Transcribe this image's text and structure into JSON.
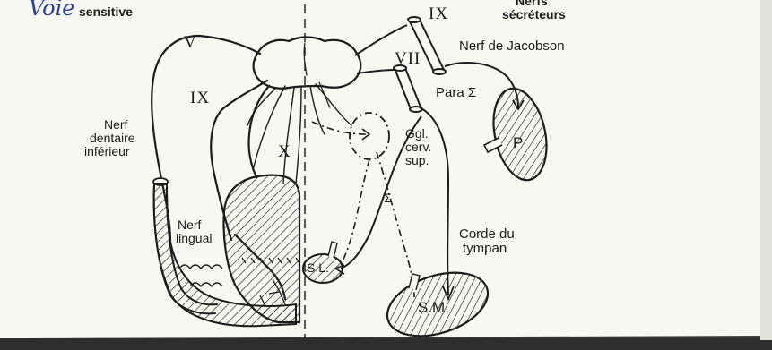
{
  "title": {
    "handwritten": "Voie",
    "printed": "sensitive"
  },
  "header_right": {
    "line1": "Nerfs",
    "line2": "sécréteurs"
  },
  "labels": {
    "v": "V",
    "ix_left": "IX",
    "ix_top": "IX",
    "x": "X",
    "vii": "VII",
    "jacobson": "Nerf de Jacobson",
    "para": "Para Σ",
    "ggl": "Ggl.",
    "cerv": "cerv.",
    "sup": "sup.",
    "sigma": "Σ",
    "dentaire_1": "Nerf",
    "dentaire_2": "dentaire",
    "dentaire_3": "inférieur",
    "lingual_1": "Nerf",
    "lingual_2": "lingual",
    "corde_1": "Corde du",
    "corde_2": "tympan",
    "p": "P",
    "sl": "S.L.",
    "sm": "S.M."
  },
  "colors": {
    "paper": "#f7f7f4",
    "ink": "#1c1c1c",
    "pen": "#2d3f9c",
    "background": "#3a3a3a"
  }
}
